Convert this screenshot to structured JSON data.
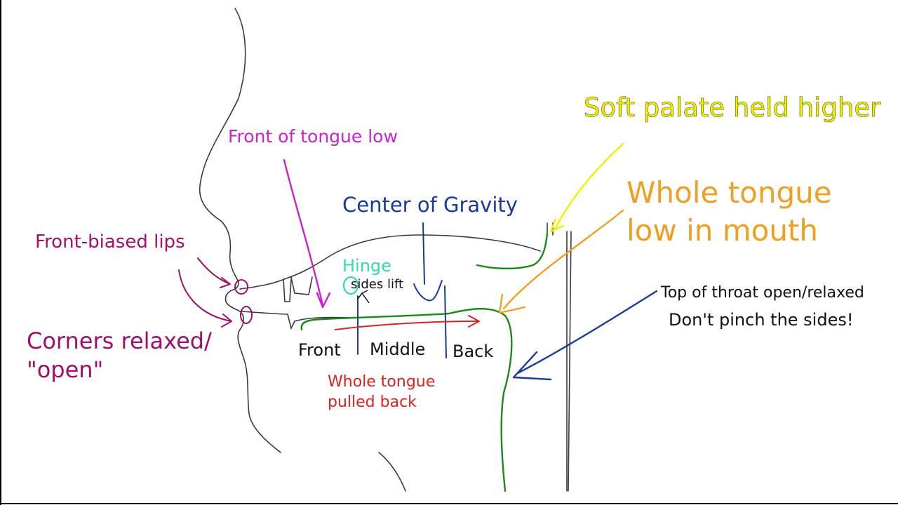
{
  "labels": {
    "soft_palate": "Soft palate held higher",
    "front_tongue_low": "Front of tongue low",
    "center_of_gravity": "Center of Gravity",
    "whole_tongue_low_1": "Whole tongue",
    "whole_tongue_low_2": "low in mouth",
    "front_biased_lips": "Front-biased lips",
    "hinge": "Hinge",
    "sides_lift": "sides lift",
    "top_of_throat": "Top of throat open/relaxed",
    "dont_pinch": "Don't pinch the sides!",
    "corners_relaxed_1": "Corners relaxed/",
    "corners_relaxed_2": "\"open\"",
    "front": "Front",
    "middle": "Middle",
    "back": "Back",
    "pulled_back_1": "Whole tongue",
    "pulled_back_2": "pulled back"
  },
  "colors": {
    "outline": "#3a3a3a",
    "yellow": "#f2f000",
    "magenta": "#cc22cc",
    "navy": "#1a3a9a",
    "orange": "#f0a020",
    "plum": "#a0106a",
    "teal": "#33ddaa",
    "green": "#1a8a1a",
    "red": "#dd2222",
    "black": "#111111"
  }
}
